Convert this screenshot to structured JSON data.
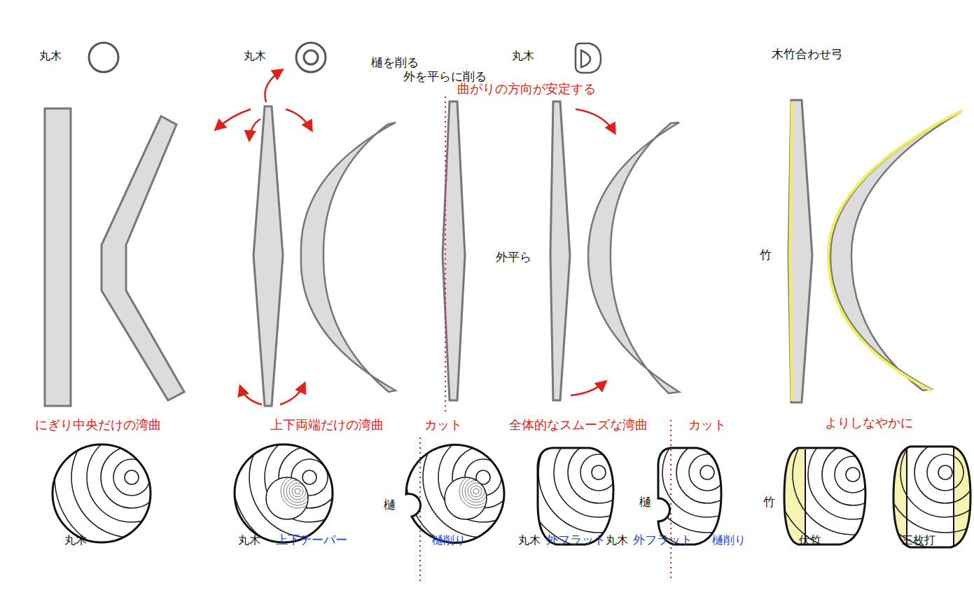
{
  "diagram": {
    "labels": [
      "丸木",
      "丸木",
      "樋を削る",
      "外を平らに削る",
      "丸木",
      "木竹合わせ弓",
      "曲がりの方向が安定する",
      "外平ら",
      "竹",
      "にぎり中央だけの湾曲",
      "上下両端だけの湾曲",
      "カット",
      "全体的なスムーズな湾曲",
      "カット",
      "よりしなやかに",
      "樋",
      "樋",
      "竹",
      "丸木",
      "丸木",
      "上下テーパー",
      "樋削り",
      "丸木",
      "外フラット",
      "丸木",
      "外フラット",
      "樋削り",
      "伏竹",
      "三枚打"
    ]
  }
}
